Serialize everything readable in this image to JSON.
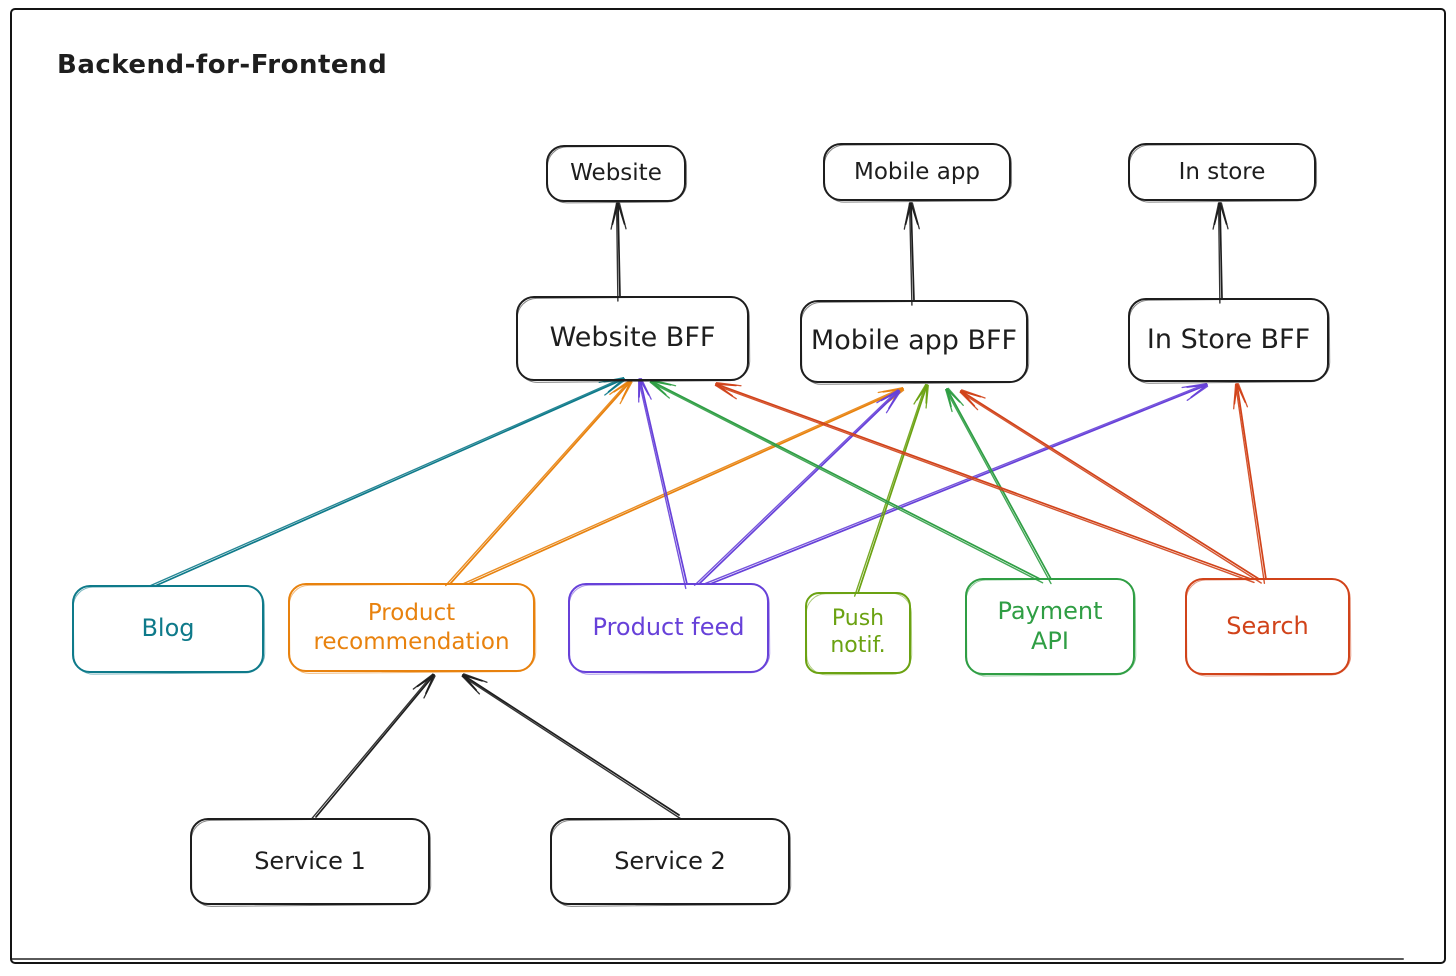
{
  "title": "Backend-for-Frontend",
  "palette": {
    "ink": "#1e1e1e",
    "teal": "#0e7a8a",
    "orange": "#e8820e",
    "purple": "#6741d9",
    "olive": "#6ba212",
    "green": "#2f9e44",
    "red": "#d1431a"
  },
  "nodes": {
    "website": {
      "label": "Website",
      "color": "ink"
    },
    "mobile_app": {
      "label": "Mobile app",
      "color": "ink"
    },
    "in_store": {
      "label": "In store",
      "color": "ink"
    },
    "website_bff": {
      "label": "Website BFF",
      "color": "ink"
    },
    "mobile_app_bff": {
      "label": "Mobile app BFF",
      "color": "ink"
    },
    "in_store_bff": {
      "label": "In Store BFF",
      "color": "ink"
    },
    "blog": {
      "label": "Blog",
      "color": "teal"
    },
    "product_recommendation": {
      "label": "Product recommendation",
      "color": "orange"
    },
    "product_feed": {
      "label": "Product feed",
      "color": "purple"
    },
    "push_notif": {
      "label": "Push notif.",
      "color": "olive"
    },
    "payment_api": {
      "label": "Payment API",
      "color": "green"
    },
    "search": {
      "label": "Search",
      "color": "red"
    },
    "service_1": {
      "label": "Service 1",
      "color": "ink"
    },
    "service_2": {
      "label": "Service 2",
      "color": "ink"
    }
  },
  "edges": [
    {
      "from": "website_bff",
      "to": "website",
      "color": "ink"
    },
    {
      "from": "mobile_app_bff",
      "to": "mobile_app",
      "color": "ink"
    },
    {
      "from": "in_store_bff",
      "to": "in_store",
      "color": "ink"
    },
    {
      "from": "blog",
      "to": "website_bff",
      "color": "teal"
    },
    {
      "from": "product_recommendation",
      "to": "website_bff",
      "color": "orange"
    },
    {
      "from": "product_recommendation",
      "to": "mobile_app_bff",
      "color": "orange"
    },
    {
      "from": "product_feed",
      "to": "website_bff",
      "color": "purple"
    },
    {
      "from": "product_feed",
      "to": "mobile_app_bff",
      "color": "purple"
    },
    {
      "from": "product_feed",
      "to": "in_store_bff",
      "color": "purple"
    },
    {
      "from": "push_notif",
      "to": "mobile_app_bff",
      "color": "olive"
    },
    {
      "from": "payment_api",
      "to": "website_bff",
      "color": "green"
    },
    {
      "from": "payment_api",
      "to": "mobile_app_bff",
      "color": "green"
    },
    {
      "from": "search",
      "to": "website_bff",
      "color": "red"
    },
    {
      "from": "search",
      "to": "mobile_app_bff",
      "color": "red"
    },
    {
      "from": "search",
      "to": "in_store_bff",
      "color": "red"
    },
    {
      "from": "service_1",
      "to": "product_recommendation",
      "color": "ink"
    },
    {
      "from": "service_2",
      "to": "product_recommendation",
      "color": "ink"
    }
  ]
}
